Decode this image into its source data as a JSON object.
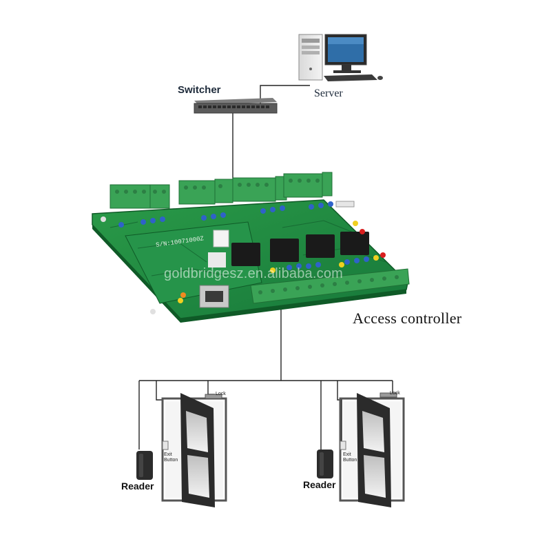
{
  "labels": {
    "switcher": "Switcher",
    "server": "Server",
    "access_controller": "Access controller",
    "reader_left": "Reader",
    "reader_right": "Reader",
    "lock_left": "Lock",
    "lock_right": "Lock",
    "exit_left_line1": "Exit",
    "exit_left_line2": "Button",
    "exit_right_line1": "Exit",
    "exit_right_line2": "Button"
  },
  "watermark": "goldbridgesz.en.alibaba.com",
  "board_serial": "S/N:10071000Z",
  "colors": {
    "pcb": "#1f8a3d",
    "terminal": "#3aa356",
    "wire": "#222222",
    "door_frame": "#2b2b2b"
  }
}
